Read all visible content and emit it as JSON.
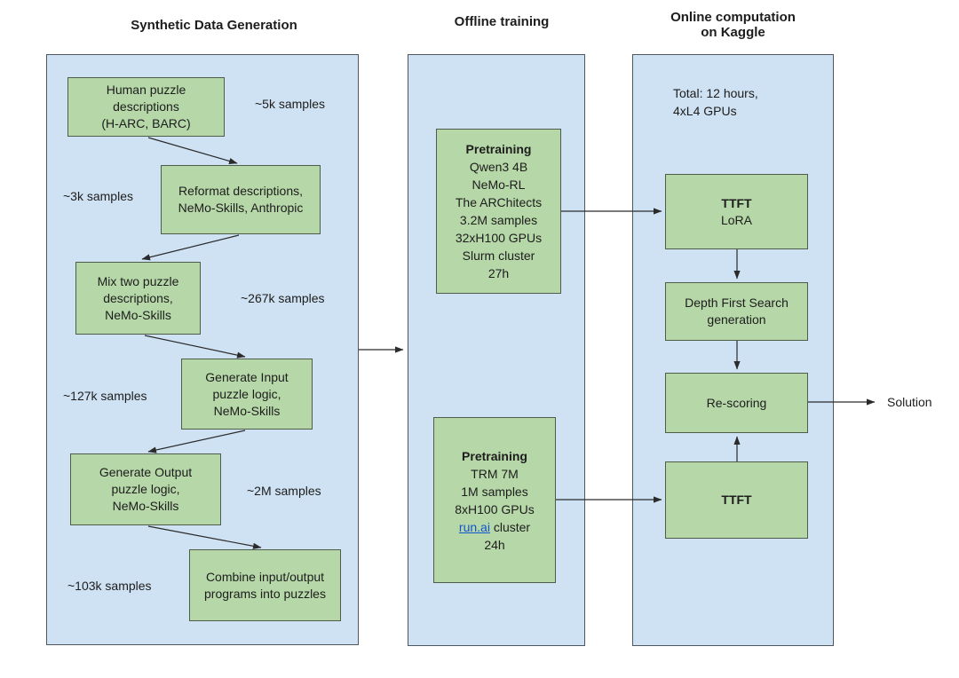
{
  "colors": {
    "panel_fill": "#cfe2f3",
    "panel_border": "#50565e",
    "box_fill": "#b6d7a8",
    "box_border": "#4f5c49",
    "arrow": "#2b2b2b",
    "text": "#1d1d1d",
    "link": "#1155cc"
  },
  "columns": {
    "synthetic": {
      "title": "Synthetic Data Generation",
      "boxes": [
        {
          "text": "Human puzzle\ndescriptions\n(H-ARC, BARC)"
        },
        {
          "text": "Reformat descriptions,\nNeMo-Skills, Anthropic"
        },
        {
          "text": "Mix two puzzle\ndescriptions,\nNeMo-Skills"
        },
        {
          "text": "Generate Input\npuzzle logic,\nNeMo-Skills"
        },
        {
          "text": "Generate Output\npuzzle logic,\nNeMo-Skills"
        },
        {
          "text": "Combine input/output\nprograms into puzzles"
        }
      ],
      "sample_labels": [
        "~5k samples",
        "~3k samples",
        "~267k samples",
        "~127k samples",
        "~2M samples",
        "~103k samples"
      ]
    },
    "offline": {
      "title": "Offline training",
      "boxes": [
        {
          "heading": "Pretraining",
          "lines": "Qwen3 4B\nNeMo-RL\nThe ARChitects\n3.2M samples\n32xH100 GPUs\nSlurm cluster\n27h"
        },
        {
          "heading": "Pretraining",
          "lines_before": "TRM 7M\n1M samples\n8xH100 GPUs",
          "link_text": "run.ai",
          "link_suffix": " cluster",
          "lines_after": "24h"
        }
      ]
    },
    "online": {
      "title": "Online computation\non Kaggle",
      "note": "Total: 12 hours,\n4xL4 GPUs",
      "boxes": [
        {
          "heading": "TTFT",
          "lines": "LoRA"
        },
        {
          "text": "Depth First Search\ngeneration"
        },
        {
          "text": "Re-scoring"
        },
        {
          "heading": "TTFT"
        }
      ],
      "output_label": "Solution"
    }
  }
}
